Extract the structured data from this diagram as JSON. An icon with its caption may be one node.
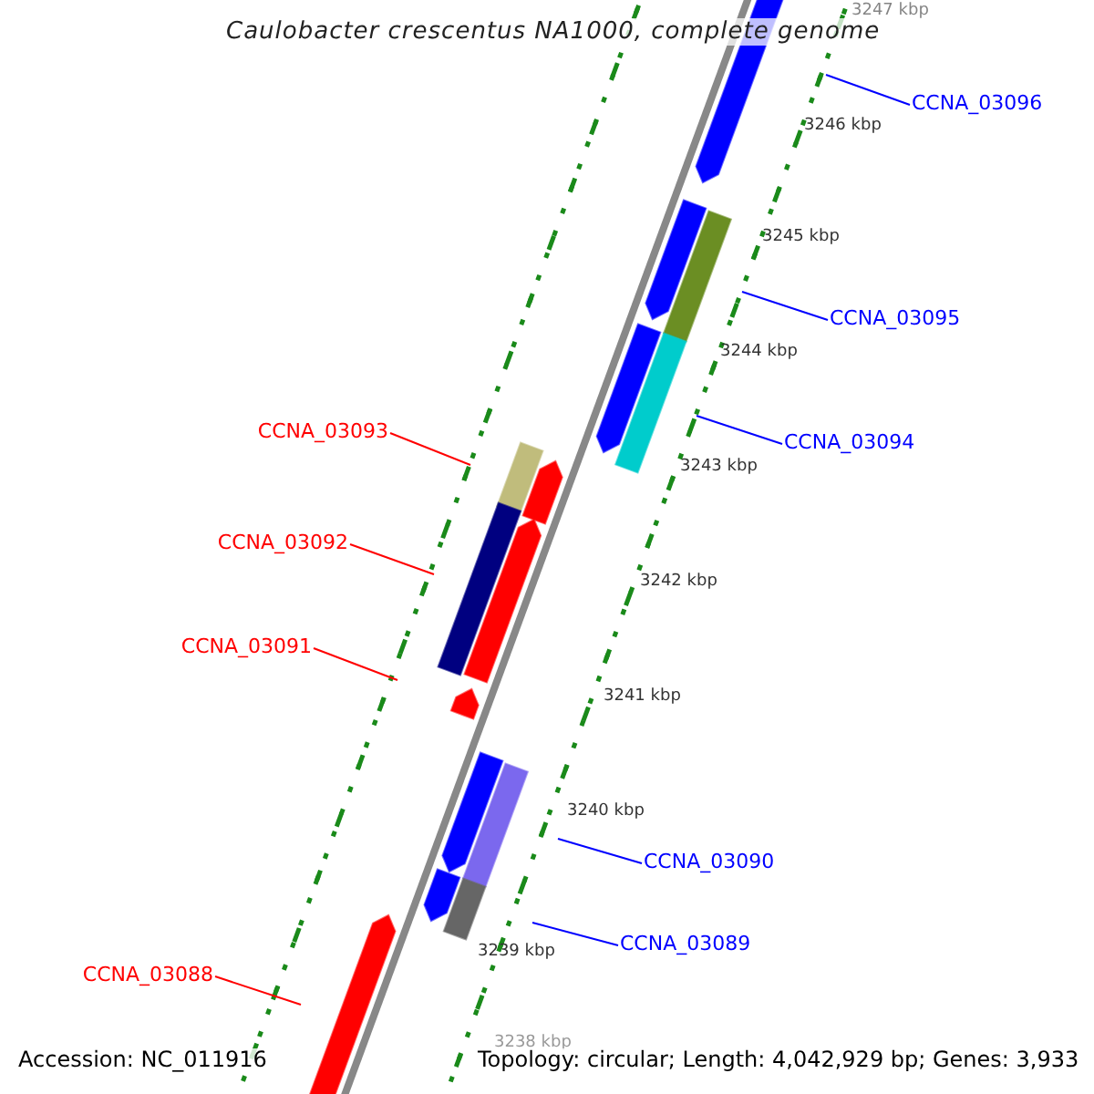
{
  "diagram": {
    "title": "Caulobacter crescentus NA1000, complete genome",
    "nodes": [
      {
        "text": [
          "CCNA_03096"
        ]
      },
      {
        "text": [
          "CCNA_03095"
        ]
      },
      {
        "text": [
          "CCNA_03093"
        ]
      },
      {
        "text": [
          "CCNA_03094"
        ]
      },
      {
        "text": [
          "CCNA_03092"
        ]
      },
      {
        "text": [
          "CCNA_03091"
        ]
      },
      {
        "text": [
          "CCNA_03090"
        ]
      },
      {
        "text": [
          "CCNA_03089"
        ]
      },
      {
        "text": [
          "CCNA_03088"
        ]
      }
    ],
    "edges": [
      {
        "from": 0,
        "to": null,
        "arrow": "none"
      },
      {
        "from": 1,
        "to": null,
        "arrow": "none"
      },
      {
        "from": 2,
        "to": null,
        "arrow": "none",
        "color": "#ff0000"
      },
      {
        "from": 3,
        "to": null,
        "arrow": "none"
      },
      {
        "from": 4,
        "to": null,
        "arrow": "none",
        "color": "#ff0000"
      },
      {
        "from": 5,
        "to": null,
        "arrow": "none",
        "color": "#ff0000"
      },
      {
        "from": 6,
        "to": null,
        "arrow": "none"
      },
      {
        "from": 7,
        "to": null,
        "arrow": "none"
      },
      {
        "from": 8,
        "to": null,
        "arrow": "none",
        "color": "#ff0000"
      }
    ],
    "labels": [
      "3247 kbp",
      "3246 kbp",
      "3245 kbp",
      "3244 kbp",
      "3243 kbp",
      "3242 kbp",
      "3241 kbp",
      "3240 kbp",
      "3239 kbp",
      "3238 kbp",
      "Accession: NC_011916",
      "Topology: circular; Length: 4,042,929 bp; Genes: 3,933"
    ]
  }
}
